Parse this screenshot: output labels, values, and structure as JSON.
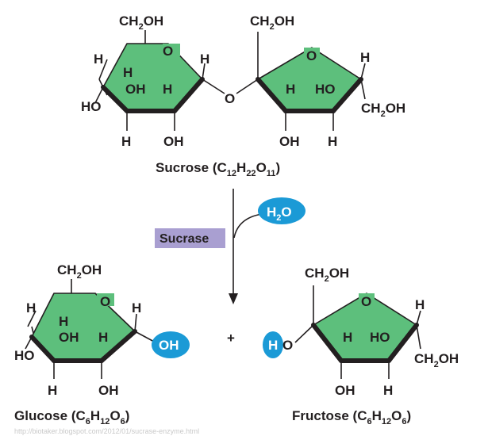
{
  "colors": {
    "ring_fill": "#5dbf7c",
    "water_fill": "#1b9ad6",
    "enzyme_fill": "#a99fd1",
    "text": "#231f20"
  },
  "reactant": {
    "name": "Sucrose",
    "formula": {
      "open": "(C",
      "c": "12",
      "h_label": "H",
      "h": "22",
      "o_label": "O",
      "o": "11",
      "close": ")"
    },
    "glucose_unit": {
      "top_group": "CH",
      "top_group_sub": "2",
      "top_group_tail": "OH",
      "ring_o": "O",
      "left_h": "H",
      "inner_h": "H",
      "right_h": "H",
      "oh_mid": "OH",
      "h_mid": "H",
      "left_ho": "HO",
      "bottom_h": "H",
      "bottom_oh": "OH"
    },
    "link_o": "O",
    "fructose_unit": {
      "top_group": "CH",
      "top_group_sub": "2",
      "top_group_tail": "OH",
      "ring_o": "O",
      "right_h": "H",
      "inner_h": "H",
      "inner_ho": "HO",
      "right_group": "CH",
      "right_group_sub": "2",
      "right_group_tail": "OH",
      "bottom_oh": "OH",
      "bottom_h": "H"
    }
  },
  "reaction": {
    "enzyme": "Sucrase",
    "water": {
      "h": "H",
      "sub": "2",
      "o": "O"
    },
    "plus": "+"
  },
  "products": {
    "glucose": {
      "name": "Glucose",
      "formula": {
        "open": "(C",
        "c": "6",
        "h_label": "H",
        "h": "12",
        "o_label": "O",
        "o": "6",
        "close": ")"
      },
      "top_group": "CH",
      "top_group_sub": "2",
      "top_group_tail": "OH",
      "ring_o": "O",
      "left_h": "H",
      "inner_h": "H",
      "right_h": "H",
      "oh_mid": "OH",
      "h_mid": "H",
      "left_ho": "HO",
      "bottom_h": "H",
      "bottom_oh": "OH",
      "new_oh": "OH"
    },
    "fructose": {
      "name": "Fructose",
      "formula": {
        "open": "(C",
        "c": "6",
        "h_label": "H",
        "h": "12",
        "o_label": "O",
        "o": "6",
        "close": ")"
      },
      "top_group": "CH",
      "top_group_sub": "2",
      "top_group_tail": "OH",
      "ring_o": "O",
      "right_h": "H",
      "inner_h": "H",
      "inner_ho": "HO",
      "right_group": "CH",
      "right_group_sub": "2",
      "right_group_tail": "OH",
      "bottom_oh": "OH",
      "bottom_h": "H",
      "new_h": "H",
      "new_o": "O"
    }
  },
  "source_watermark": "http://biotaker.blogspot.com/2012/01/sucrase-enzyme.html"
}
